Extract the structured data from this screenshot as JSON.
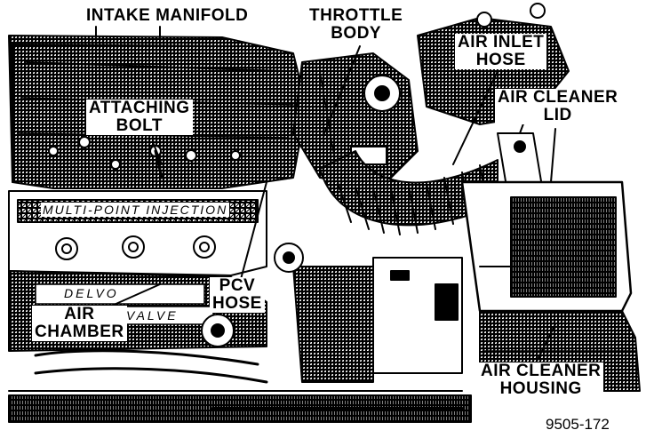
{
  "labels": {
    "intake_manifold": "INTAKE MANIFOLD",
    "throttle_body": [
      "THROTTLE",
      "BODY"
    ],
    "air_inlet_hose": [
      "AIR INLET",
      "HOSE"
    ],
    "air_cleaner_lid": [
      "AIR CLEANER",
      "LID"
    ],
    "attaching_bolt": [
      "ATTACHING",
      "BOLT"
    ],
    "pcv_hose": [
      "PCV",
      "HOSE"
    ],
    "air_chamber": [
      "AIR",
      "CHAMBER"
    ],
    "air_cleaner_housing": [
      "AIR CLEANER",
      "HOUSING"
    ]
  },
  "engraving": {
    "multi_point_injection": "MULTI-POINT INJECTION",
    "delvo": "DELVO",
    "valve": "VALVE"
  },
  "figure_number": "9505-172",
  "colors": {
    "ink": "#000000",
    "paper": "#ffffff"
  }
}
